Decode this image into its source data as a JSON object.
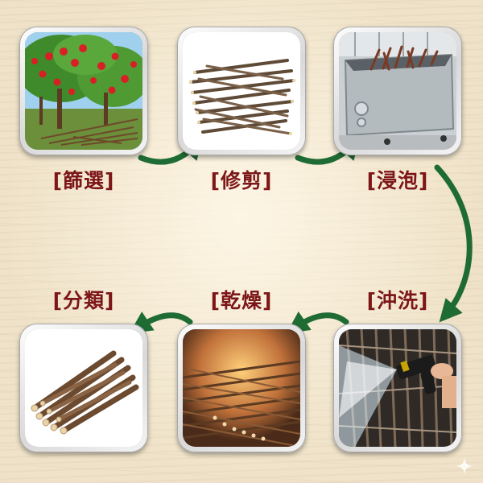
{
  "steps": [
    {
      "label": "[篩選]"
    },
    {
      "label": "[修剪]"
    },
    {
      "label": "[浸泡]"
    },
    {
      "label": "[沖洗]"
    },
    {
      "label": "[乾燥]"
    },
    {
      "label": "[分類]"
    }
  ],
  "colors": {
    "label": "#7d1717",
    "arrow": "#1f6b34",
    "background": "#efe2c8"
  },
  "icons": [
    "apple-orchard-image",
    "trimmed-branches-image",
    "soaking-tank-image",
    "spray-rinse-image",
    "drying-sticks-image",
    "sorted-bundle-image",
    "sparkle-icon"
  ]
}
